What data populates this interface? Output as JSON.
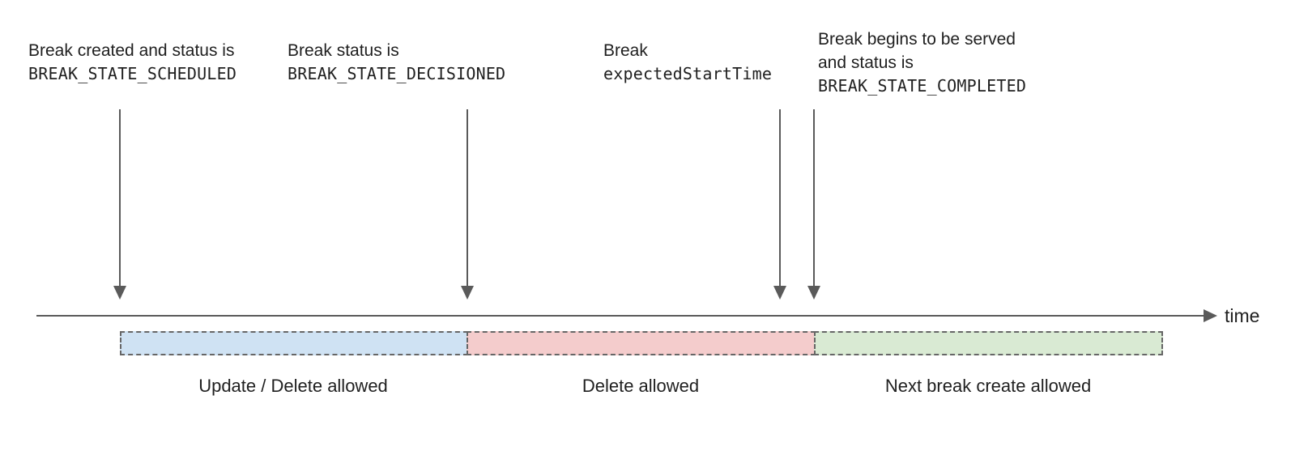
{
  "annotations": [
    {
      "line1": "Break created and status is",
      "line2": "BREAK_STATE_SCHEDULED"
    },
    {
      "line1": "Break status is",
      "line2": "BREAK_STATE_DECISIONED"
    },
    {
      "line1": "Break",
      "line2": "expectedStartTime"
    },
    {
      "line1": "Break begins to be served",
      "line2": "and status is",
      "line3": "BREAK_STATE_COMPLETED"
    }
  ],
  "timeline": {
    "axis_label": "time"
  },
  "segments": [
    {
      "label": "Update / Delete allowed",
      "fill": "#cfe2f3"
    },
    {
      "label": "Delete allowed",
      "fill": "#f4cccc"
    },
    {
      "label": "Next break create allowed",
      "fill": "#d9ead3"
    }
  ],
  "colors": {
    "arrow_gray": "#5a5a5a",
    "dashed_border": "#666666",
    "text": "#1f1f1f",
    "background": "#ffffff"
  }
}
